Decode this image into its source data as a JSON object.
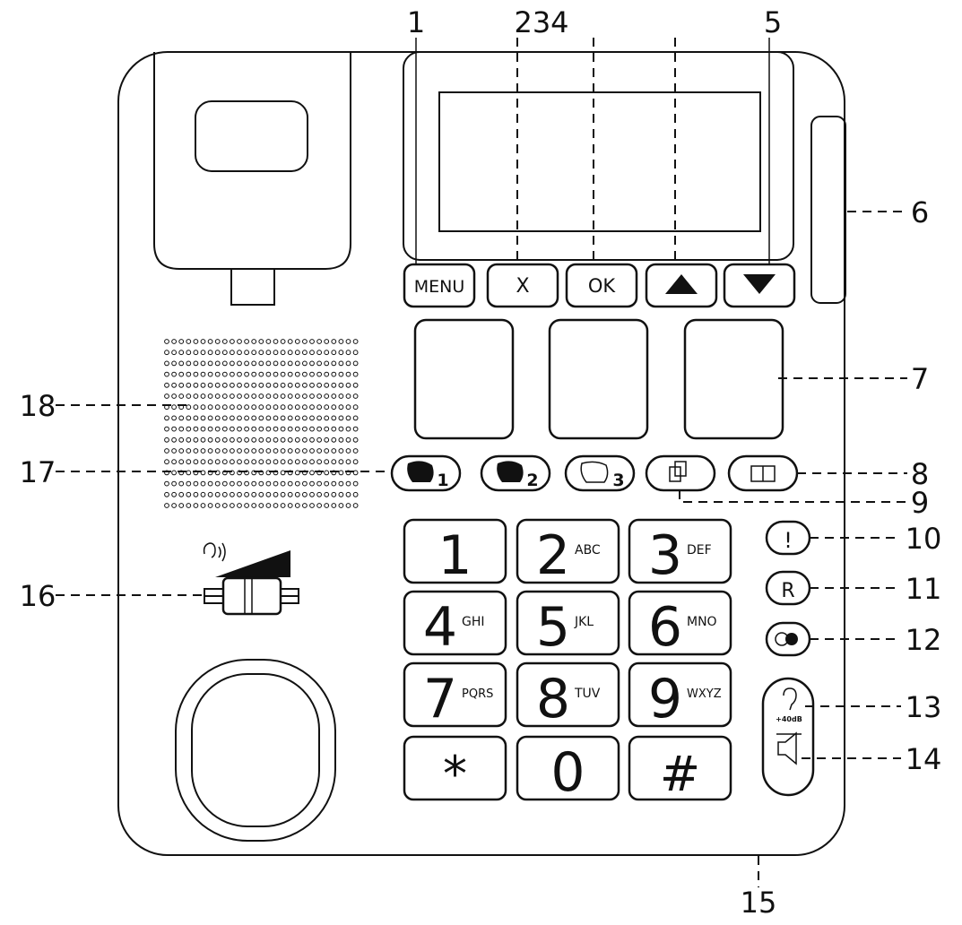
{
  "callouts": {
    "c1": "1",
    "c234": "234",
    "c5": "5",
    "c6": "6",
    "c7": "7",
    "c8": "8",
    "c9": "9",
    "c10": "10",
    "c11": "11",
    "c12": "12",
    "c13": "13",
    "c14": "14",
    "c15": "15",
    "c16": "16",
    "c17": "17",
    "c18": "18"
  },
  "buttons": {
    "menu": "MENU",
    "cancel": "X",
    "ok": "OK",
    "memory": [
      "1",
      "2",
      "3"
    ]
  },
  "keypad": {
    "keys": [
      {
        "digit": "1",
        "letters": ""
      },
      {
        "digit": "2",
        "letters": "ABC"
      },
      {
        "digit": "3",
        "letters": "DEF"
      },
      {
        "digit": "4",
        "letters": "GHI"
      },
      {
        "digit": "5",
        "letters": "JKL"
      },
      {
        "digit": "6",
        "letters": "MNO"
      },
      {
        "digit": "7",
        "letters": "PQRS"
      },
      {
        "digit": "8",
        "letters": "TUV"
      },
      {
        "digit": "9",
        "letters": "WXYZ"
      },
      {
        "digit": "*",
        "letters": ""
      },
      {
        "digit": "0",
        "letters": ""
      },
      {
        "digit": "#",
        "letters": ""
      }
    ]
  },
  "side_buttons": {
    "alarm": "!",
    "recall": "R",
    "boost": "+40dB"
  },
  "icons": {
    "menu-keys": [
      "cancel-x",
      "ok",
      "arrow-up-icon",
      "arrow-down-icon"
    ],
    "function-keys": [
      "memory-face-icon",
      "copy-icon",
      "phonebook-icon",
      "mute-icon",
      "hearing-boost-icon",
      "speaker-icon",
      "volume-slider-icon"
    ]
  }
}
